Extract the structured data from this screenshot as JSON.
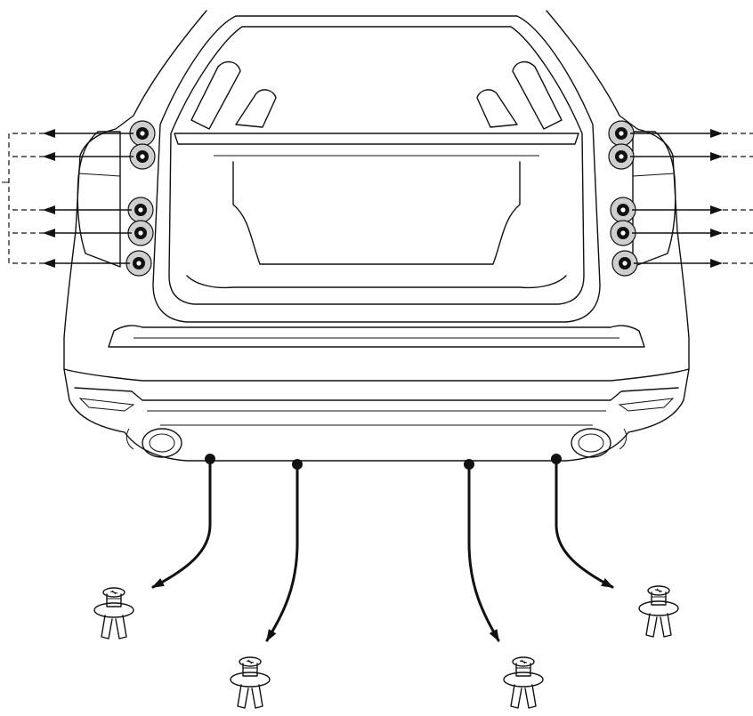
{
  "diagram": {
    "subject": "rear-bumper-removal",
    "colors": {
      "line": "#111111",
      "fastener_fill": "#cfcfcf",
      "background": "#ffffff"
    },
    "left_fasteners": 5,
    "right_fasteners": 5,
    "bottom_clips": 4,
    "icons": [
      "bolt-fastener-icon",
      "push-clip-icon",
      "arrow-icon"
    ]
  }
}
